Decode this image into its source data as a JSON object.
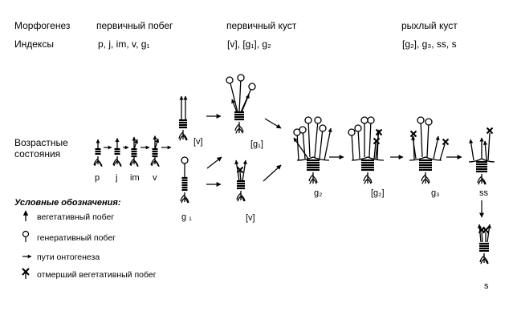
{
  "header": {
    "row1_label": "Морфогенез",
    "row1_col1": "первичный побег",
    "row1_col2": "первичный куст",
    "row1_col3": "рыхлый куст",
    "row2_label": "Индексы",
    "row2_col1": "p, j, im, v, g₁",
    "row2_col2": "[v], [g₁], g₂",
    "row2_col3": "[g₂], g₃, ss, s"
  },
  "states_label_line1": "Возрастные",
  "states_label_line2": "состояния",
  "stage_labels": {
    "p": "p",
    "j": "j",
    "im": "im",
    "v": "v",
    "v_bracket": "[v]",
    "g1_bracket": "[g₁]",
    "g1": "g ₁",
    "v_bracket_lower": "[v]",
    "g2": "g₂",
    "g2_bracket": "[g₂]",
    "g3": "g₃",
    "ss": "ss",
    "s": "s"
  },
  "legend": {
    "title": "Условные обозначения:",
    "items": [
      {
        "icon": "vegetative-shoot-icon",
        "text": "вегетативный побег"
      },
      {
        "icon": "generative-shoot-icon",
        "text": "генеративный побег"
      },
      {
        "icon": "ontogenesis-path-icon",
        "text": "пути онтогенеза"
      },
      {
        "icon": "dead-shoot-icon",
        "text": "отмерший вегетативный побег"
      }
    ]
  }
}
